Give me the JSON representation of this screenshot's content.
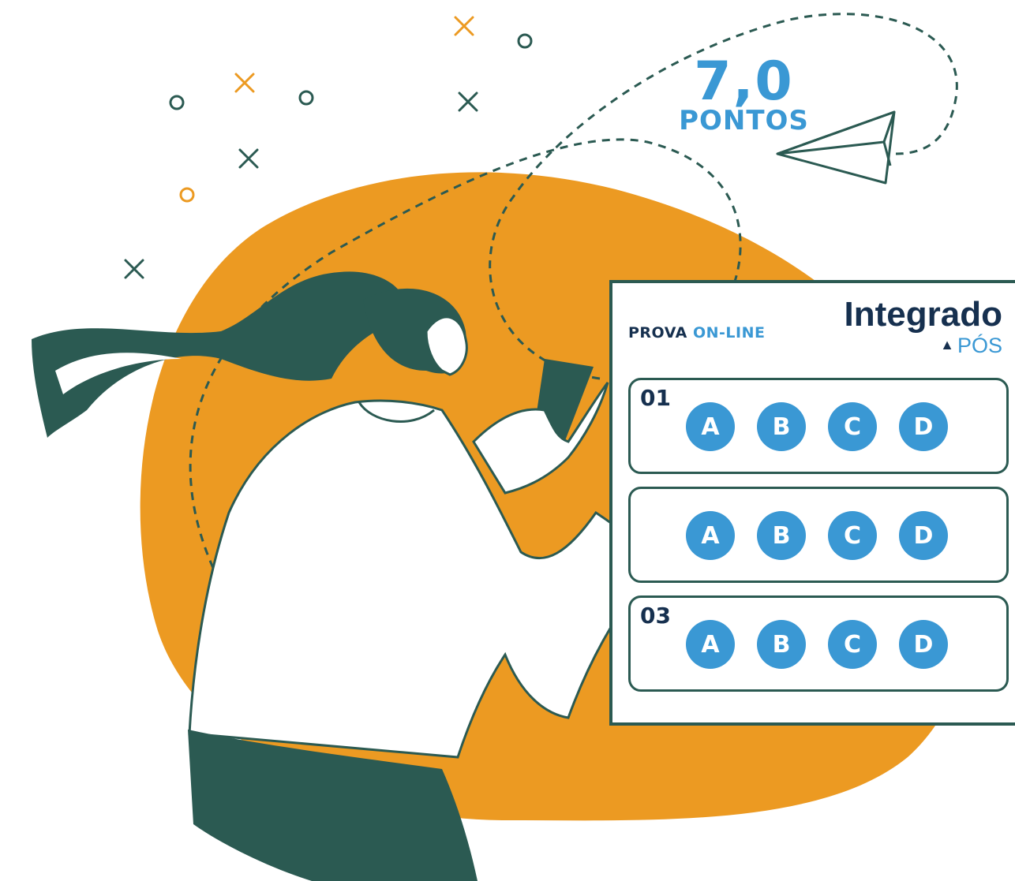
{
  "score": {
    "value": "7,0",
    "label": "PONTOS"
  },
  "exam": {
    "title_part1": "PROVA",
    "title_part2": "ON-LINE"
  },
  "brand": {
    "name": "Integrado",
    "sub": "PÓS",
    "chevron": "chevron-up-icon"
  },
  "questions": [
    {
      "number": "01",
      "options": [
        "A",
        "B",
        "C",
        "D"
      ]
    },
    {
      "number": "",
      "options": [
        "A",
        "B",
        "C",
        "D"
      ]
    },
    {
      "number": "03",
      "options": [
        "A",
        "B",
        "C",
        "D"
      ]
    }
  ],
  "colors": {
    "orange": "#ec9a22",
    "dark_green": "#2b5a52",
    "blue": "#3a98d4",
    "navy": "#16304f"
  }
}
